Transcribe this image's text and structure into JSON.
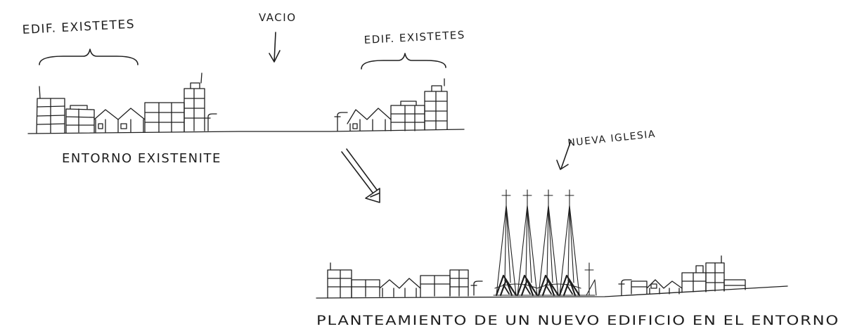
{
  "labels": {
    "existing_left": "EDIF. EXISTETES",
    "void": "VACIO",
    "existing_right": "EDIF. EXISTETES",
    "current_setting": "ENTORNO EXISTENITE",
    "new_church": "NUEVA IGLESIA",
    "proposal": "PLANTEAMIENTO DE UN NUEVO EDIFICIO EN EL ENTORNO"
  },
  "colors": {
    "ink": "#1f1f1f",
    "paper": "#ffffff"
  }
}
